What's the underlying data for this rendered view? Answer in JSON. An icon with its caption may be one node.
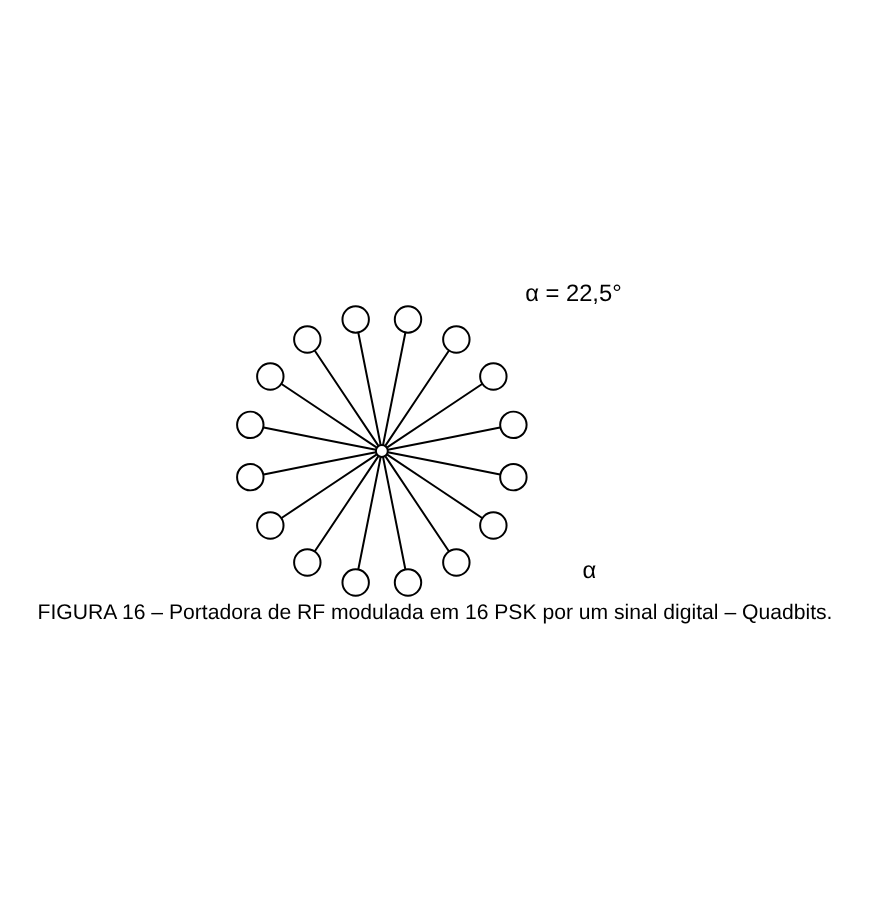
{
  "diagram": {
    "caption": "FIGURA 16 – Portadora de RF modulada em 16 PSK por um sinal digital – Quadbits.",
    "nodes": [
      {
        "text": [],
        "shape": "circle"
      },
      {
        "text": [],
        "shape": "circle"
      },
      {
        "text": [],
        "shape": "circle"
      },
      {
        "text": [],
        "shape": "circle"
      },
      {
        "text": [],
        "shape": "circle"
      },
      {
        "text": [],
        "shape": "circle"
      },
      {
        "text": [],
        "shape": "circle"
      },
      {
        "text": [],
        "shape": "circle"
      },
      {
        "text": [],
        "shape": "circle"
      },
      {
        "text": [],
        "shape": "circle"
      },
      {
        "text": [],
        "shape": "circle"
      },
      {
        "text": [],
        "shape": "circle"
      },
      {
        "text": [],
        "shape": "circle"
      },
      {
        "text": [],
        "shape": "circle"
      },
      {
        "text": [],
        "shape": "circle"
      },
      {
        "text": [],
        "shape": "circle"
      },
      {
        "text": [],
        "shape": "circle"
      }
    ],
    "edges": [
      {
        "from": 0,
        "to": 1,
        "arrow": "none"
      },
      {
        "from": 0,
        "to": 2,
        "arrow": "none"
      },
      {
        "from": 0,
        "to": 3,
        "arrow": "none"
      },
      {
        "from": 0,
        "to": 4,
        "arrow": "none"
      },
      {
        "from": 0,
        "to": 5,
        "arrow": "none"
      },
      {
        "from": 0,
        "to": 6,
        "arrow": "none"
      },
      {
        "from": 0,
        "to": 7,
        "arrow": "none"
      },
      {
        "from": 0,
        "to": 8,
        "arrow": "none"
      },
      {
        "from": 0,
        "to": 9,
        "arrow": "none"
      },
      {
        "from": 0,
        "to": 10,
        "arrow": "none"
      },
      {
        "from": 0,
        "to": 11,
        "arrow": "none"
      },
      {
        "from": 0,
        "to": 12,
        "arrow": "none"
      },
      {
        "from": 0,
        "to": 13,
        "arrow": "none"
      },
      {
        "from": 0,
        "to": 14,
        "arrow": "none"
      },
      {
        "from": 0,
        "to": 15,
        "arrow": "none"
      },
      {
        "from": 0,
        "to": 16,
        "arrow": "none"
      }
    ],
    "labels": [
      "α",
      "α = 22,5°"
    ]
  }
}
